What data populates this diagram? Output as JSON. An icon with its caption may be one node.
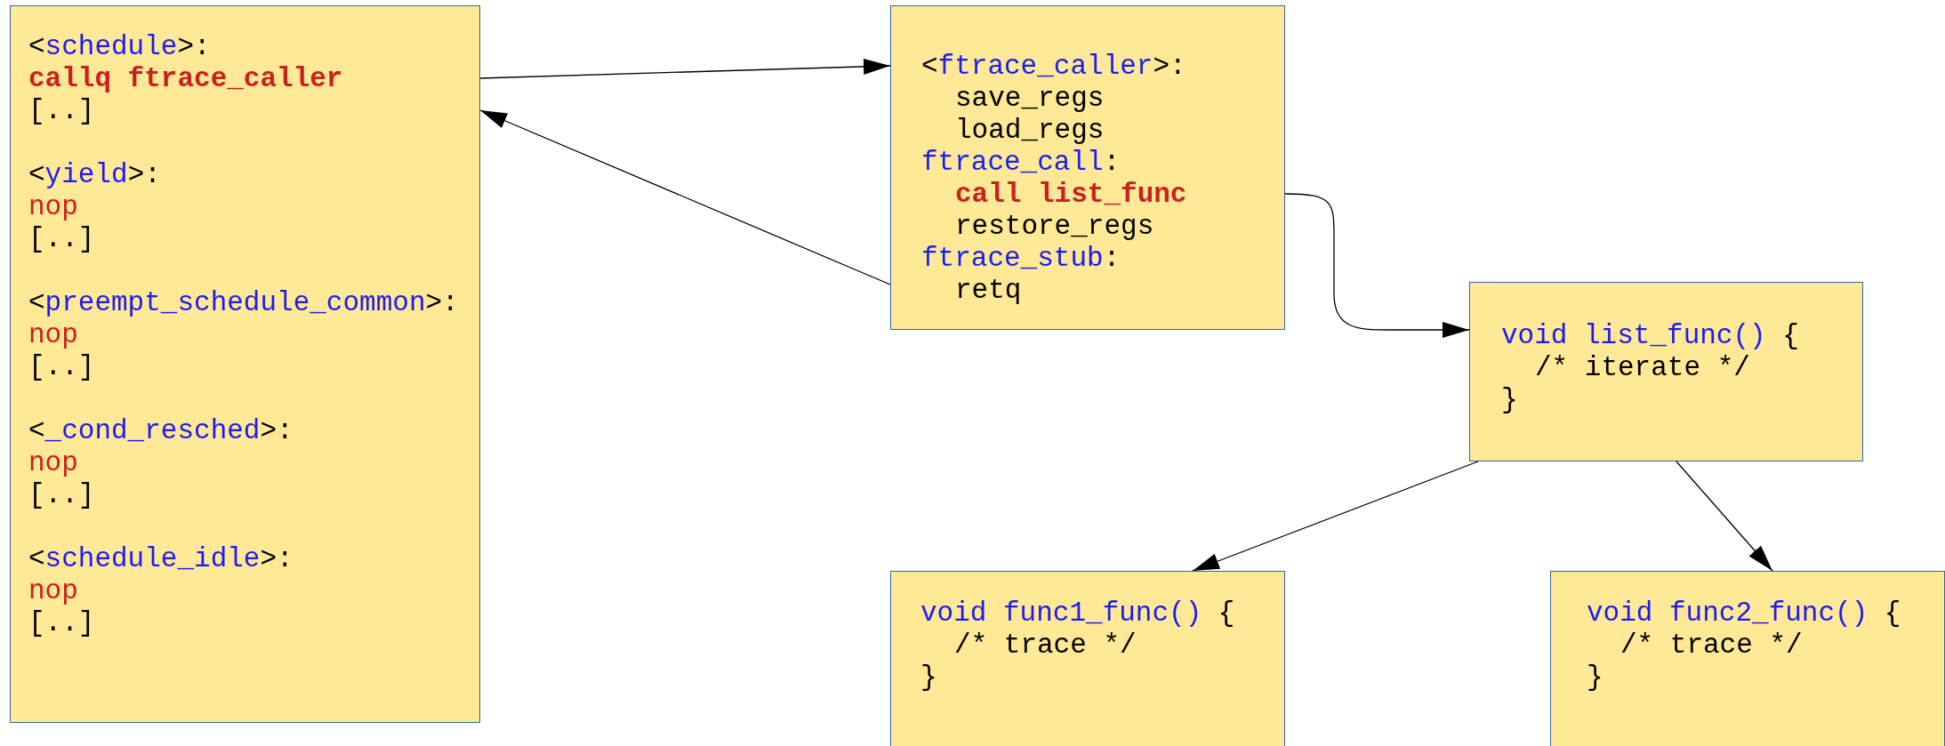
{
  "diagram": {
    "nodes": [
      {
        "text": [
          "<schedule>:",
          "callq ftrace_caller",
          "[..]",
          "<yield>:",
          "nop",
          "[..]",
          "<preempt_schedule_common>:",
          "nop",
          "[..]",
          "<_cond_resched>:",
          "nop",
          "[..]",
          "<schedule_idle>:",
          "nop",
          "[..]"
        ]
      },
      {
        "text": [
          "<ftrace_caller>:",
          "save_regs",
          "load_regs",
          "ftrace_call:",
          "call list_func",
          "restore_regs",
          "ftrace_stub:",
          "retq"
        ]
      },
      {
        "text": [
          "void list_func() {",
          "/* iterate */",
          "}"
        ]
      },
      {
        "text": [
          "void func1_func() {",
          "/* trace */",
          "}"
        ]
      },
      {
        "text": [
          "void func2_func() {",
          "/* trace */",
          "}"
        ]
      }
    ],
    "edges": [
      {
        "from": 0,
        "to": 1,
        "arrow": "to"
      },
      {
        "from": 1,
        "to": 0,
        "arrow": "to"
      },
      {
        "from": 1,
        "to": 2,
        "arrow": "to"
      },
      {
        "from": 2,
        "to": 3,
        "arrow": "to"
      },
      {
        "from": 2,
        "to": 4,
        "arrow": "to"
      }
    ]
  }
}
